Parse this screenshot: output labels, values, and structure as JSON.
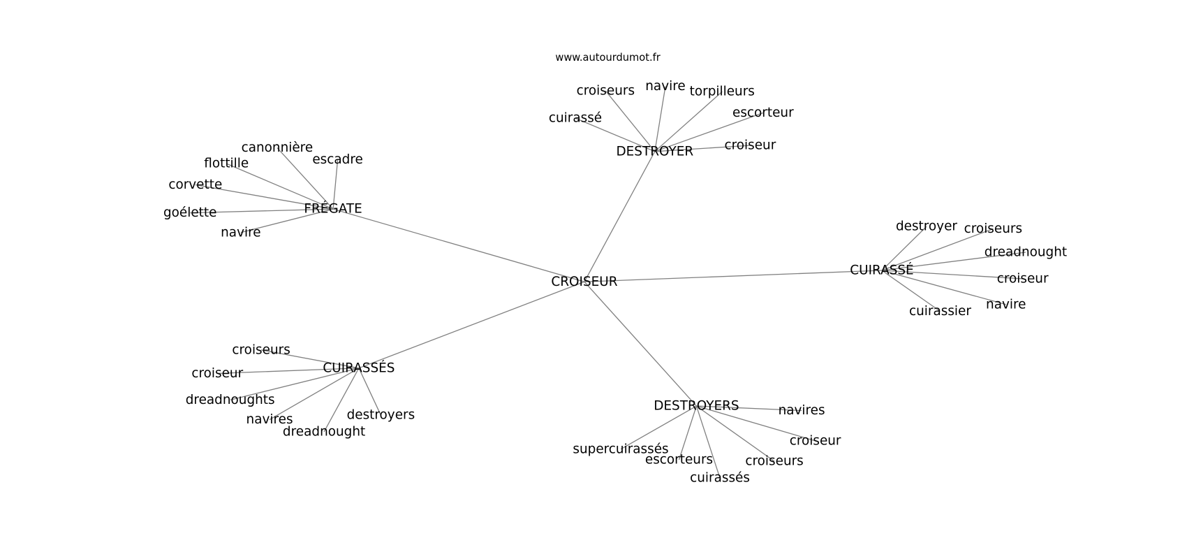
{
  "watermark": "www.autourdumot.fr",
  "colors": {
    "edge": "#808080",
    "text": "#000000",
    "background": "#ffffff"
  },
  "nodes": [
    {
      "id": "croiseur_c",
      "label": "CROISEUR"
    },
    {
      "id": "destroyer_h",
      "label": "DESTROYER"
    },
    {
      "id": "fregate_h",
      "label": "FRÉGATE"
    },
    {
      "id": "cuirasse_h",
      "label": "CUIRASSÉ"
    },
    {
      "id": "cuirasses_h",
      "label": "CUIRASSÉS"
    },
    {
      "id": "destroyers_h",
      "label": "DESTROYERS"
    },
    {
      "id": "d1",
      "label": "croiseurs"
    },
    {
      "id": "d2",
      "label": "navire"
    },
    {
      "id": "d3",
      "label": "torpilleurs"
    },
    {
      "id": "d4",
      "label": "escorteur"
    },
    {
      "id": "d5",
      "label": "croiseur"
    },
    {
      "id": "d6",
      "label": "cuirassé"
    },
    {
      "id": "f1",
      "label": "canonnière"
    },
    {
      "id": "f2",
      "label": "escadre"
    },
    {
      "id": "f3",
      "label": "flottille"
    },
    {
      "id": "f4",
      "label": "corvette"
    },
    {
      "id": "f5",
      "label": "goélette"
    },
    {
      "id": "f6",
      "label": "navire"
    },
    {
      "id": "c1",
      "label": "destroyer"
    },
    {
      "id": "c2",
      "label": "croiseurs"
    },
    {
      "id": "c3",
      "label": "dreadnought"
    },
    {
      "id": "c4",
      "label": "croiseur"
    },
    {
      "id": "c5",
      "label": "navire"
    },
    {
      "id": "c6",
      "label": "cuirassier"
    },
    {
      "id": "s1",
      "label": "croiseurs"
    },
    {
      "id": "s2",
      "label": "croiseur"
    },
    {
      "id": "s3",
      "label": "dreadnoughts"
    },
    {
      "id": "s4",
      "label": "navires"
    },
    {
      "id": "s5",
      "label": "dreadnought"
    },
    {
      "id": "s6",
      "label": "destroyers"
    },
    {
      "id": "r1",
      "label": "navires"
    },
    {
      "id": "r2",
      "label": "croiseur"
    },
    {
      "id": "r3",
      "label": "croiseurs"
    },
    {
      "id": "r4",
      "label": "cuirassés"
    },
    {
      "id": "r5",
      "label": "escorteurs"
    },
    {
      "id": "r6",
      "label": "supercuirassés"
    }
  ],
  "edges": [
    [
      "croiseur_c",
      "destroyer_h"
    ],
    [
      "croiseur_c",
      "fregate_h"
    ],
    [
      "croiseur_c",
      "cuirasse_h"
    ],
    [
      "croiseur_c",
      "cuirasses_h"
    ],
    [
      "croiseur_c",
      "destroyers_h"
    ],
    [
      "destroyer_h",
      "d1"
    ],
    [
      "destroyer_h",
      "d2"
    ],
    [
      "destroyer_h",
      "d3"
    ],
    [
      "destroyer_h",
      "d4"
    ],
    [
      "destroyer_h",
      "d5"
    ],
    [
      "destroyer_h",
      "d6"
    ],
    [
      "fregate_h",
      "f1"
    ],
    [
      "fregate_h",
      "f2"
    ],
    [
      "fregate_h",
      "f3"
    ],
    [
      "fregate_h",
      "f4"
    ],
    [
      "fregate_h",
      "f5"
    ],
    [
      "fregate_h",
      "f6"
    ],
    [
      "cuirasse_h",
      "c1"
    ],
    [
      "cuirasse_h",
      "c2"
    ],
    [
      "cuirasse_h",
      "c3"
    ],
    [
      "cuirasse_h",
      "c4"
    ],
    [
      "cuirasse_h",
      "c5"
    ],
    [
      "cuirasse_h",
      "c6"
    ],
    [
      "cuirasses_h",
      "s1"
    ],
    [
      "cuirasses_h",
      "s2"
    ],
    [
      "cuirasses_h",
      "s3"
    ],
    [
      "cuirasses_h",
      "s4"
    ],
    [
      "cuirasses_h",
      "s5"
    ],
    [
      "cuirasses_h",
      "s6"
    ],
    [
      "destroyers_h",
      "r1"
    ],
    [
      "destroyers_h",
      "r2"
    ],
    [
      "destroyers_h",
      "r3"
    ],
    [
      "destroyers_h",
      "r4"
    ],
    [
      "destroyers_h",
      "r5"
    ],
    [
      "destroyers_h",
      "r6"
    ]
  ]
}
